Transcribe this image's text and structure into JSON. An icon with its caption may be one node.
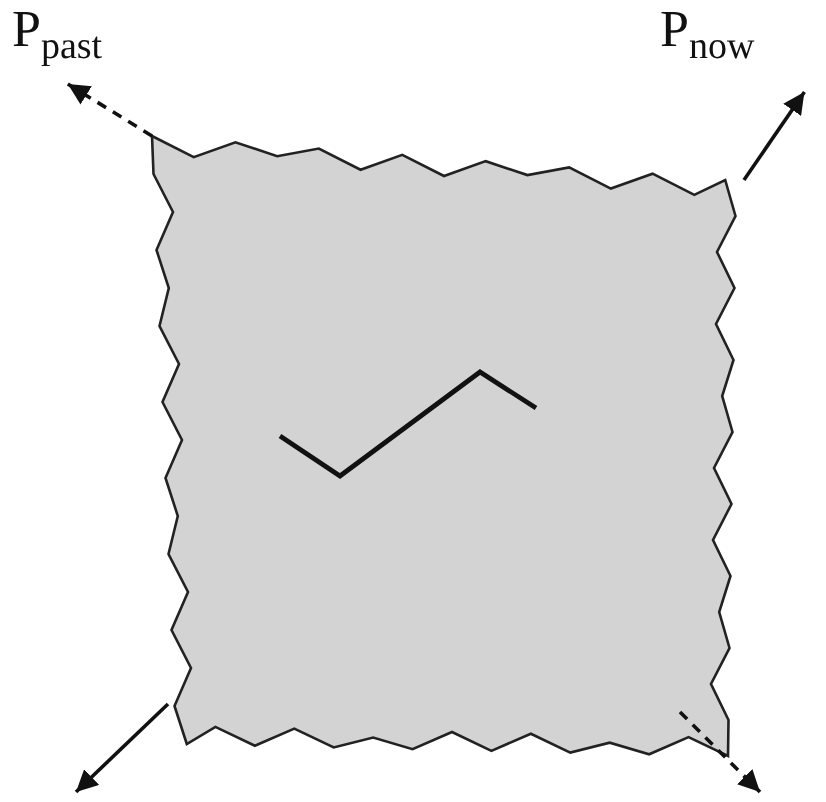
{
  "diagram": {
    "nodes": [
      {
        "text": [
          "P$_{past}$"
        ]
      },
      {
        "text": [
          "P$_{now}$"
        ]
      },
      {
        "text": [],
        "shape": "box"
      }
    ],
    "edges": [
      {
        "from": 2,
        "to": 0,
        "arrow": "to",
        "style": "dashed"
      },
      {
        "from": 2,
        "to": 1,
        "arrow": "to"
      },
      {
        "from": 2,
        "to": null,
        "arrow": "to"
      },
      {
        "from": 2,
        "to": null,
        "arrow": "to",
        "style": "dashed"
      }
    ]
  }
}
